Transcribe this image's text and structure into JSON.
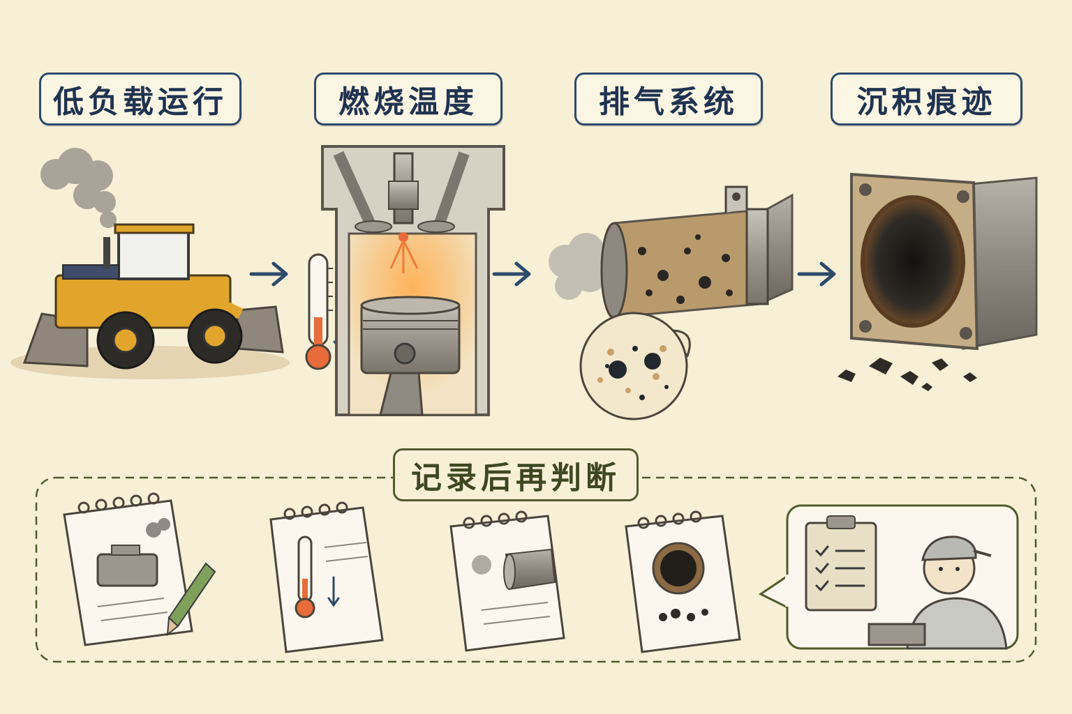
{
  "steps": [
    {
      "id": "low-load",
      "title": "低负载运行"
    },
    {
      "id": "combustion-temp",
      "title": "燃烧温度"
    },
    {
      "id": "exhaust-system",
      "title": "排气系统"
    },
    {
      "id": "deposit-trace",
      "title": "沉积痕迹"
    }
  ],
  "record": {
    "title": "记录后再判断"
  },
  "colors": {
    "background": "#f7efd6",
    "title_border": "#2d4a6b",
    "title_text": "#1f3350",
    "record_border": "#4f5a2a",
    "arrow": "#2d4a6b",
    "machine_yellow": "#e0a52a",
    "heat_orange": "#f08a3a",
    "soot": "#2a2622"
  },
  "icons": [
    "wheel-loader-icon",
    "thermometer-icon",
    "engine-cylinder-icon",
    "exhaust-pipe-icon",
    "exhaust-flange-icon",
    "notepad-icon",
    "pencil-icon",
    "engine-icon",
    "clipboard-icon",
    "mechanic-icon"
  ]
}
